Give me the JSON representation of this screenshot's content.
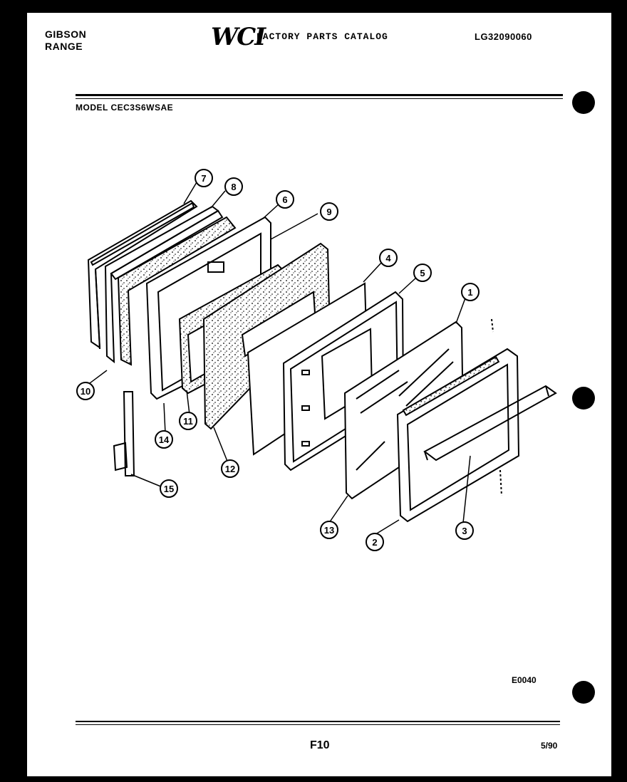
{
  "header": {
    "brand_line1": "GIBSON",
    "brand_line2": "RANGE",
    "logo_text": "WCI",
    "catalog_title": "FACTORY PARTS CATALOG",
    "catalog_id": "LG32090060",
    "model": "MODEL CEC3S6WSAE"
  },
  "diagram": {
    "callouts": [
      "7",
      "8",
      "6",
      "9",
      "4",
      "5",
      "1",
      "10",
      "14",
      "11",
      "12",
      "13",
      "2",
      "3",
      "15"
    ]
  },
  "footer": {
    "drawing_code": "E0040",
    "page": "F10",
    "date": "5/90"
  }
}
